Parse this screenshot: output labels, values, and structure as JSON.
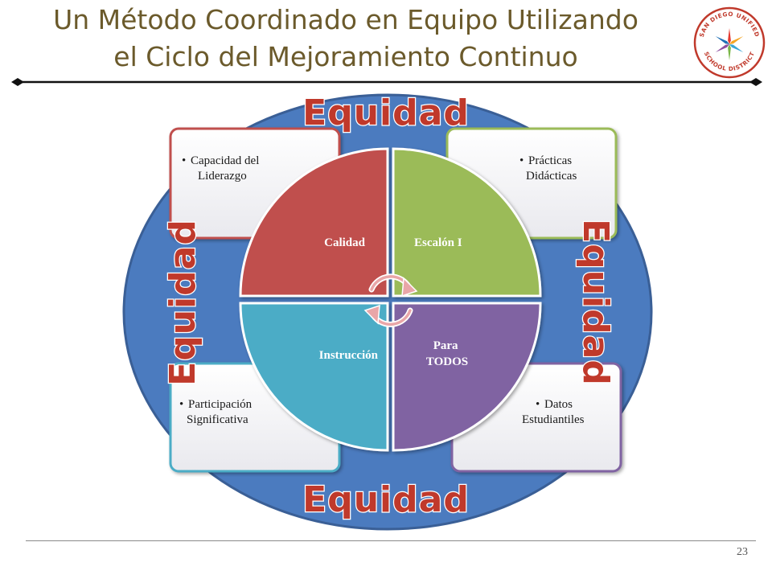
{
  "slide": {
    "title_line1": "Un Método Coordinado en Equipo Utilizando",
    "title_line2": "el Ciclo del Mejoramiento Continuo",
    "page_number": "23"
  },
  "logo": {
    "text_top": "SAN DIEGO UNIFIED",
    "text_bottom": "SCHOOL DISTRICT",
    "colors": [
      "#e53a2f",
      "#f5a623",
      "#3aa6d6",
      "#7ab648",
      "#8e4fa0",
      "#1f6fb5"
    ]
  },
  "ring": {
    "label": "Equidad",
    "fill": "#4b7bbf",
    "label_fill": "#c0392b"
  },
  "boxes": [
    {
      "text": "Capacidad del Liderazgo",
      "line1": "Capacidad del",
      "line2": "Liderazgo",
      "border": "#c0504d"
    },
    {
      "text": "Prácticas Didácticas",
      "line1": "Prácticas",
      "line2": "Didácticas",
      "border": "#9bbb59"
    },
    {
      "text": "Participación Significativa",
      "line1": "Participación",
      "line2": "Significativa",
      "border": "#4bacc6"
    },
    {
      "text": "Datos Estudiantiles",
      "line1": "Datos",
      "line2": "Estudiantiles",
      "border": "#8064a2"
    }
  ],
  "quadrants": [
    {
      "label": "Calidad",
      "fill": "#c0504d"
    },
    {
      "label": "Escalón I",
      "fill": "#9bbb59"
    },
    {
      "label_line1": "Para",
      "label_line2": "TODOS",
      "fill": "#8064a2"
    },
    {
      "label": "Instrucción",
      "fill": "#4bacc6"
    }
  ]
}
